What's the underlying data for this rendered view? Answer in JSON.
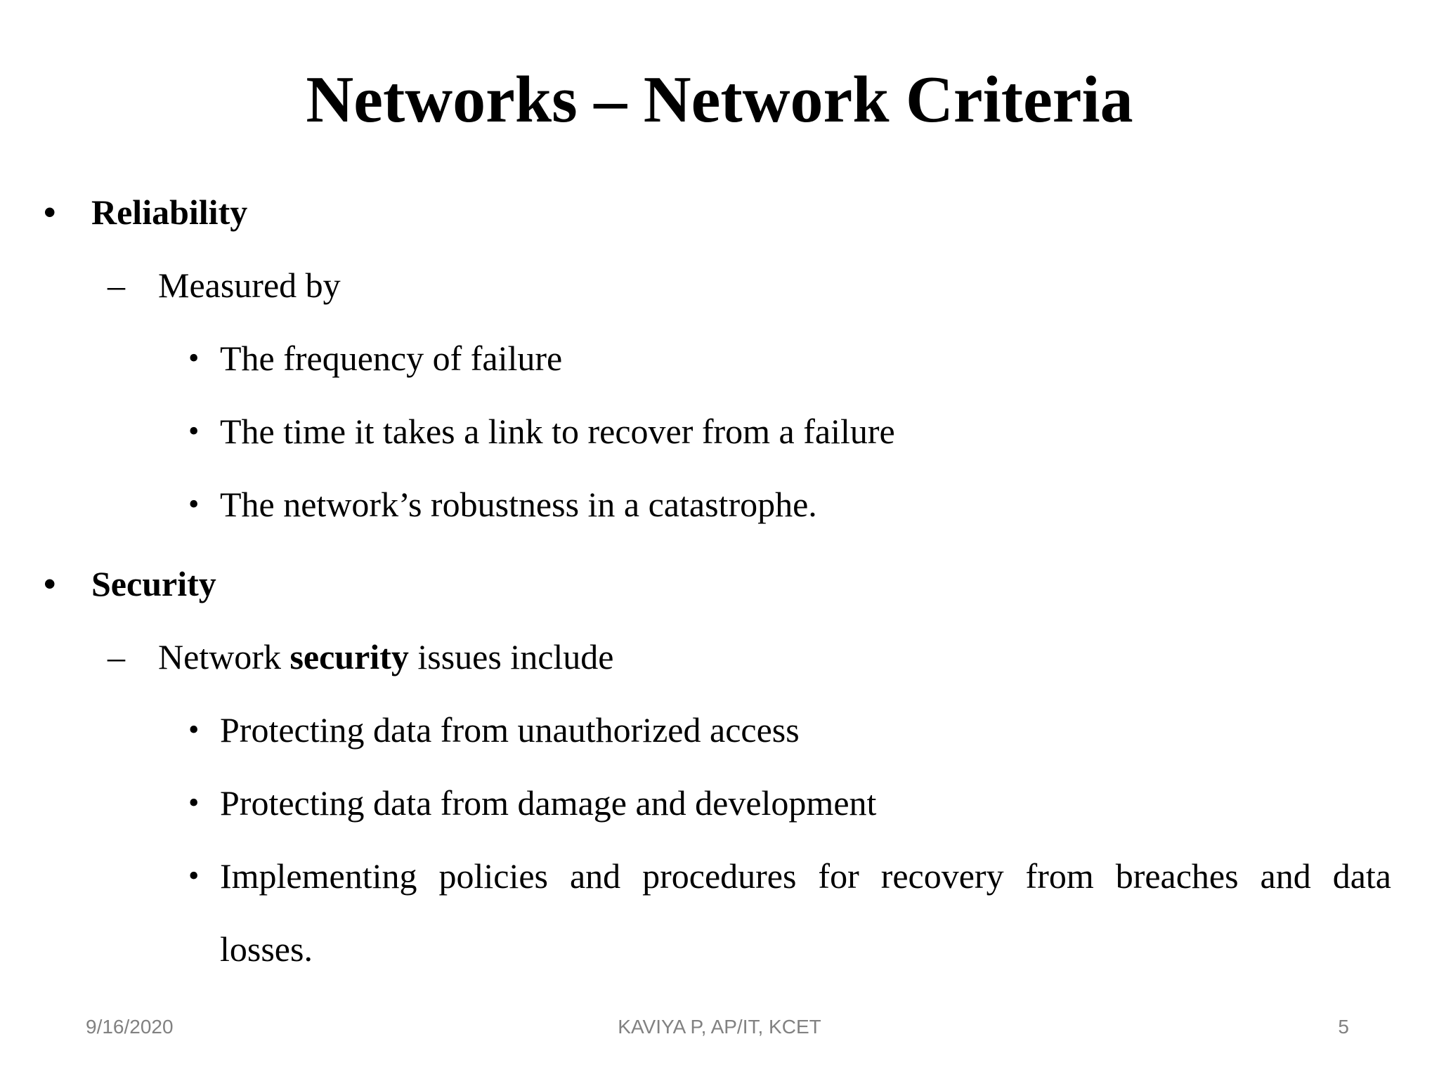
{
  "title": "Networks – Network Criteria",
  "colors": {
    "background": "#ffffff",
    "text": "#000000",
    "footer_text": "#818181"
  },
  "bullets": [
    {
      "level": 1,
      "marker": "•",
      "bold": true,
      "lines": [
        [
          {
            "text": "Reliability"
          }
        ]
      ]
    },
    {
      "level": 2,
      "marker": "–",
      "lines": [
        [
          {
            "text": "Measured by"
          }
        ]
      ]
    },
    {
      "level": 3,
      "marker": "•",
      "lines": [
        [
          {
            "text": "The frequency of failure"
          }
        ]
      ]
    },
    {
      "level": 3,
      "marker": "•",
      "lines": [
        [
          {
            "text": "The time it takes a link to recover from a failure"
          }
        ]
      ]
    },
    {
      "level": 3,
      "marker": "•",
      "lines": [
        [
          {
            "text": "The network’s robustness in a catastrophe."
          }
        ]
      ]
    },
    {
      "level": 1,
      "marker": "•",
      "bold": true,
      "extra_space_before": true,
      "lines": [
        [
          {
            "text": "Security"
          }
        ]
      ]
    },
    {
      "level": 2,
      "marker": "–",
      "lines": [
        [
          {
            "text": "Network "
          },
          {
            "text": "security",
            "bold": true
          },
          {
            "text": " issues include"
          }
        ]
      ]
    },
    {
      "level": 3,
      "marker": "•",
      "lines": [
        [
          {
            "text": "Protecting data from unauthorized access"
          }
        ]
      ]
    },
    {
      "level": 3,
      "marker": "•",
      "lines": [
        [
          {
            "text": "Protecting data from damage and development"
          }
        ]
      ]
    },
    {
      "level": 3,
      "marker": "•",
      "justify": true,
      "lines": [
        [
          {
            "text": "Implementing policies and procedures for recovery from breaches and data"
          }
        ],
        [
          {
            "text": "losses."
          }
        ]
      ]
    }
  ],
  "footer": {
    "date": "9/16/2020",
    "author": "KAVIYA P, AP/IT, KCET",
    "page_number": "5"
  }
}
